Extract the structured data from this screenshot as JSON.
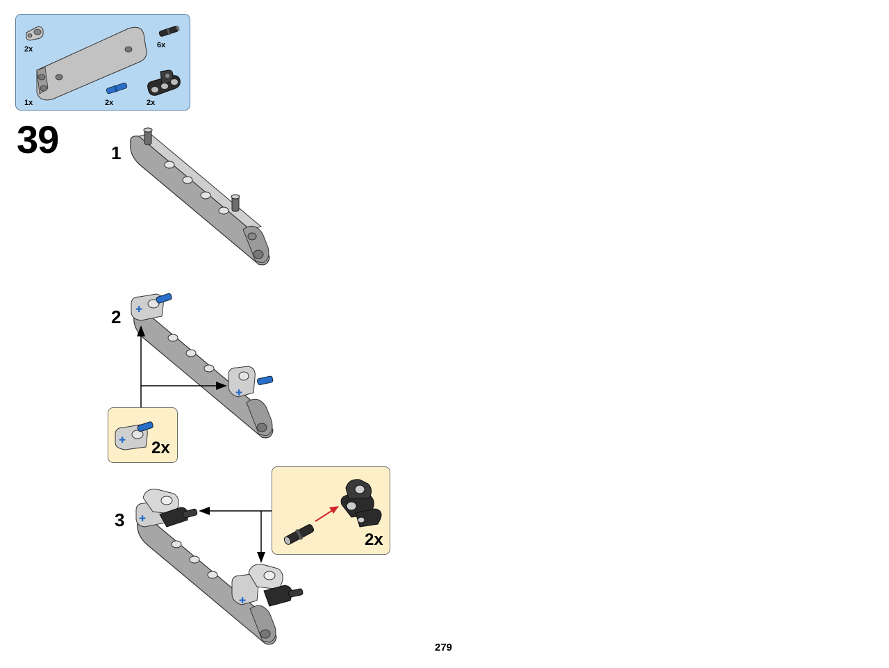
{
  "parts_list": {
    "items": [
      {
        "name": "connector-peg-beam-icon",
        "qty": "2x"
      },
      {
        "name": "black-pin-icon",
        "qty": "6x"
      },
      {
        "name": "panel-icon",
        "qty": "1x"
      },
      {
        "name": "blue-pin-icon",
        "qty": "2x"
      },
      {
        "name": "black-triple-connector-icon",
        "qty": "2x"
      }
    ]
  },
  "step": {
    "number": "39",
    "substeps": [
      {
        "label": "1"
      },
      {
        "label": "2",
        "callout_qty": "2x"
      },
      {
        "label": "3",
        "callout_qty": "2x"
      }
    ]
  },
  "page_number": "279",
  "colors": {
    "parts_bg": "#b6d7f2",
    "callout_bg": "#fdf0c9",
    "part_gray": "#a6a6a6",
    "part_dark": "#2b2b2b",
    "pin_blue": "#2a6fc9",
    "arrow_red": "#d0262b"
  }
}
